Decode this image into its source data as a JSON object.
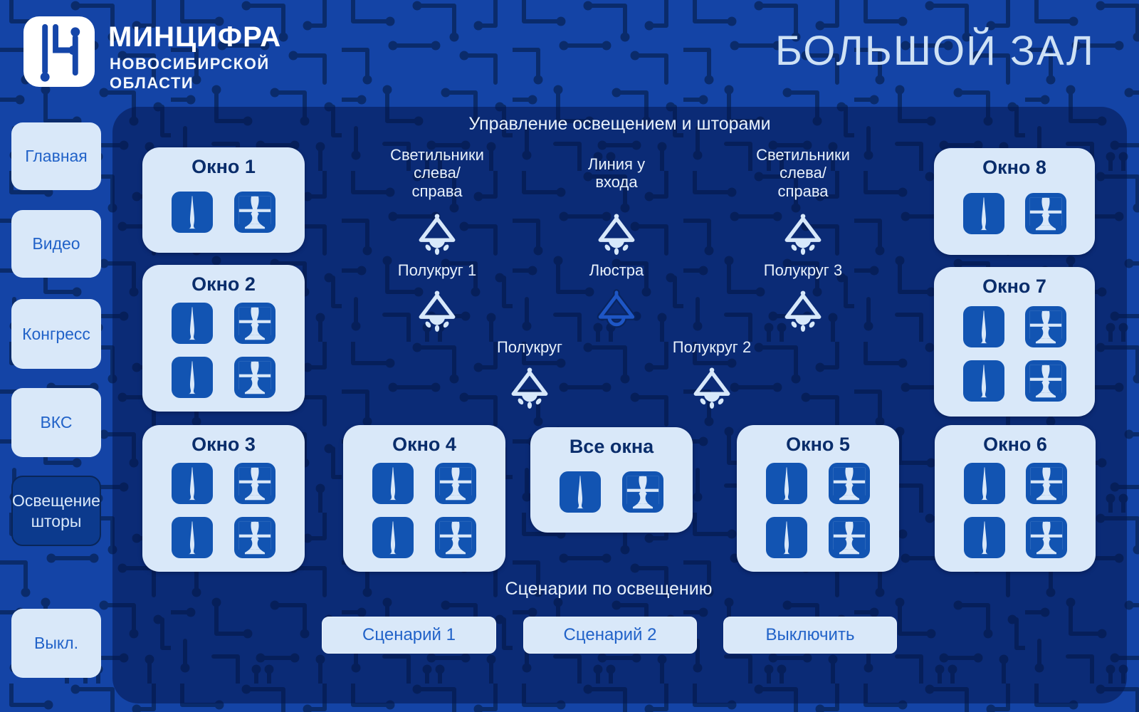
{
  "brand": {
    "name": "МИНЦИФРА",
    "region_line1": "НОВОСИБИРСКОЙ",
    "region_line2": "ОБЛАСТИ"
  },
  "page_title": "БОЛЬШОЙ ЗАЛ",
  "sidebar": {
    "items": [
      {
        "label": "Главная",
        "active": false
      },
      {
        "label": "Видео",
        "active": false
      },
      {
        "label": "Конгресс",
        "active": false
      },
      {
        "label": "ВКС",
        "active": false
      },
      {
        "label": "Освещение\nшторы",
        "active": true
      },
      {
        "label": "Выкл.",
        "active": false
      }
    ]
  },
  "panel": {
    "title": "Управление освещением и шторами"
  },
  "windows": [
    {
      "name": "Окно 1",
      "curtain_rows": 1
    },
    {
      "name": "Окно 2",
      "curtain_rows": 2
    },
    {
      "name": "Окно 3",
      "curtain_rows": 2
    },
    {
      "name": "Окно 4",
      "curtain_rows": 2
    },
    {
      "name": "Все окна",
      "curtain_rows": 1
    },
    {
      "name": "Окно 5",
      "curtain_rows": 2
    },
    {
      "name": "Окно 6",
      "curtain_rows": 2
    },
    {
      "name": "Окно 7",
      "curtain_rows": 2
    },
    {
      "name": "Окно 8",
      "curtain_rows": 1
    }
  ],
  "lights": [
    {
      "label": "Светильники\nслева/\nсправа",
      "state": "on"
    },
    {
      "label": "Линия у\nвхода",
      "state": "on"
    },
    {
      "label": "Светильники\nслева/\nсправа",
      "state": "on"
    },
    {
      "label": "Полукруг 1",
      "state": "on"
    },
    {
      "label": "Люстра",
      "state": "off"
    },
    {
      "label": "Полукруг 3",
      "state": "on"
    },
    {
      "label": "Полукруг",
      "state": "on"
    },
    {
      "label": "Полукруг 2",
      "state": "on"
    }
  ],
  "scenarios": {
    "title": "Сценарии по освещению",
    "buttons": [
      {
        "label": "Сценарий 1"
      },
      {
        "label": "Сценарий 2"
      },
      {
        "label": "Выключить"
      }
    ]
  },
  "colors": {
    "background": "#1444A6",
    "trace": "#0A2B6B",
    "panel_overlay": "rgba(4,22,74,0.52)",
    "card_background": "#D9E8F9",
    "tile_blue": "#1254B2",
    "accent_text_blue": "#2162C8",
    "hall_title_text": "#CEE1F5",
    "label_text": "#E8F1FB",
    "card_title_text": "#0A2D6B"
  }
}
